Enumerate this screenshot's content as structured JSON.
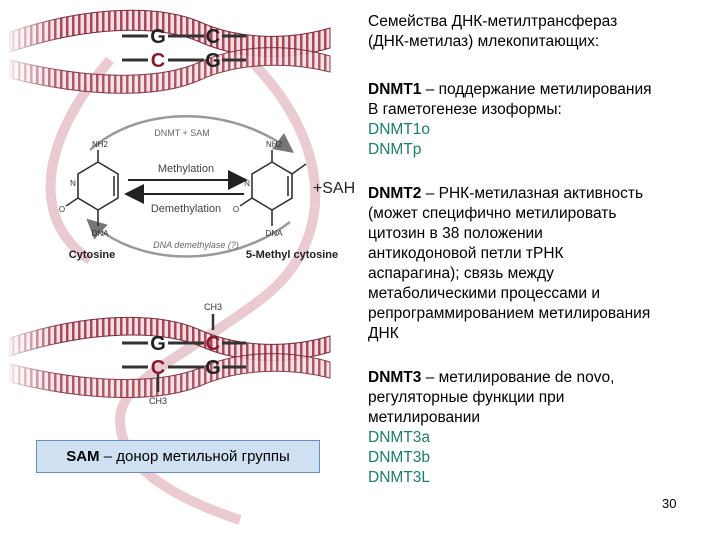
{
  "diagram": {
    "top_pair": {
      "top": [
        "G",
        "C"
      ],
      "bottom": [
        "C",
        "G"
      ]
    },
    "bottom_pair": {
      "top": [
        "G",
        "C"
      ],
      "bottom": [
        "C",
        "G"
      ],
      "methyl_top": "CH3",
      "methyl_bottom": "CH3"
    },
    "methyl_group_label": "CH3",
    "enzyme_top_arc": "DNMT + SAM",
    "enzyme_bottom_arc": "DNA demethylase (?)",
    "methylation_label": "Methylation",
    "demethylation_label": "Demethylation",
    "sah_label": "+SAH",
    "cytosine_label": "Cytosine",
    "methylcytosine_label": "5-Methyl cytosine",
    "atom_nh2": "NH2",
    "atom_n": "N",
    "atom_o": "O",
    "atom_dna": "DNA"
  },
  "sam_box": {
    "bold": "SAM",
    "text": " – донор метильной группы"
  },
  "content": {
    "title_line1": "Семейства ДНК-метилтрансфераз",
    "title_line2": "(ДНК-метилаз) млекопитающих:",
    "dnmt1_bold": "DNMT1",
    "dnmt1_text": " – поддержание метилирования",
    "dnmt1_line2": "В гаметогенезе изоформы:",
    "dnmt1_iso1": "DNMT1o",
    "dnmt1_iso2": "DNMTp",
    "dnmt2_bold": "DNMT2",
    "dnmt2_text": " – РНК-метилазная активность",
    "dnmt2_lines": [
      "(может специфично метилировать",
      "цитозин в 38 положении",
      "антикодоновой петли тРНК",
      "аспарагина); связь между",
      "метаболическими процессами и",
      "репрограммированием метилирования",
      "ДНК"
    ],
    "dnmt3_bold": "DNMT3",
    "dnmt3_text": " – метилирование de novo,",
    "dnmt3_lines": [
      "регуляторные функции при",
      "метилировании"
    ],
    "dnmt3_iso": [
      "DNMT3a",
      "DNMT3b",
      "DNMT3L"
    ]
  },
  "page_number": "30",
  "colors": {
    "isoform_green": "#1f7a6e",
    "strand_red": "#8b1a2b",
    "sam_box_bg": "#cfe0f3"
  }
}
